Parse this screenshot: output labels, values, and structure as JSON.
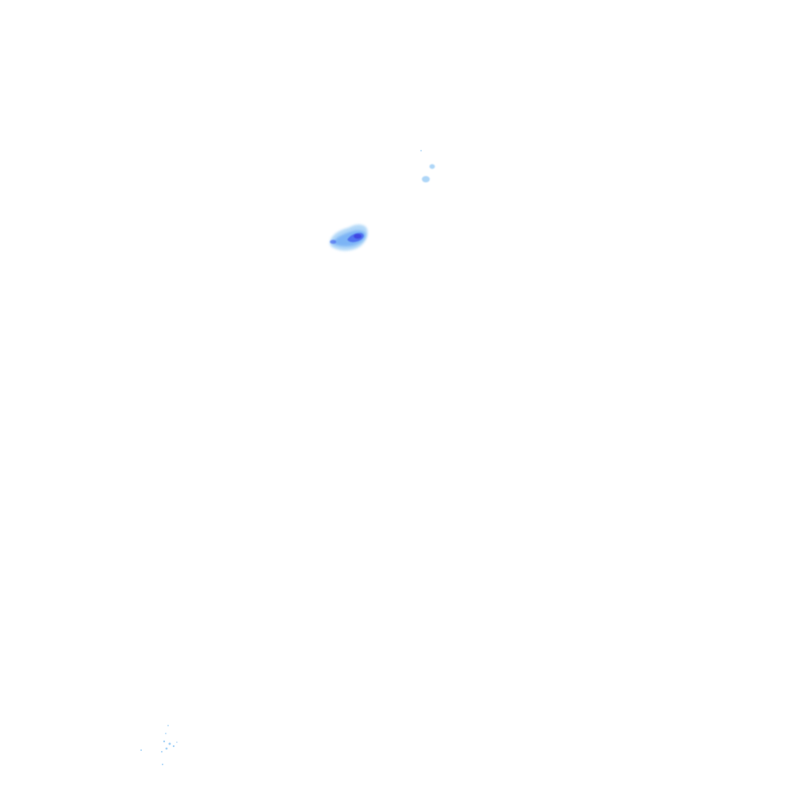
{
  "layer": {
    "kind": "precipitation-radar-overlay",
    "background_color": "#ffffff",
    "palette": {
      "light": "#a6d2f7",
      "medium": "#6aa8f5",
      "strong": "#4b6cf0",
      "intense": "#3d3fe0"
    }
  },
  "echoes": [
    {
      "name": "main-cell",
      "intensity": "intense"
    },
    {
      "name": "small-cell-a",
      "intensity": "light"
    },
    {
      "name": "small-cell-b",
      "intensity": "light"
    },
    {
      "name": "speckle-cluster",
      "intensity": "light"
    }
  ]
}
